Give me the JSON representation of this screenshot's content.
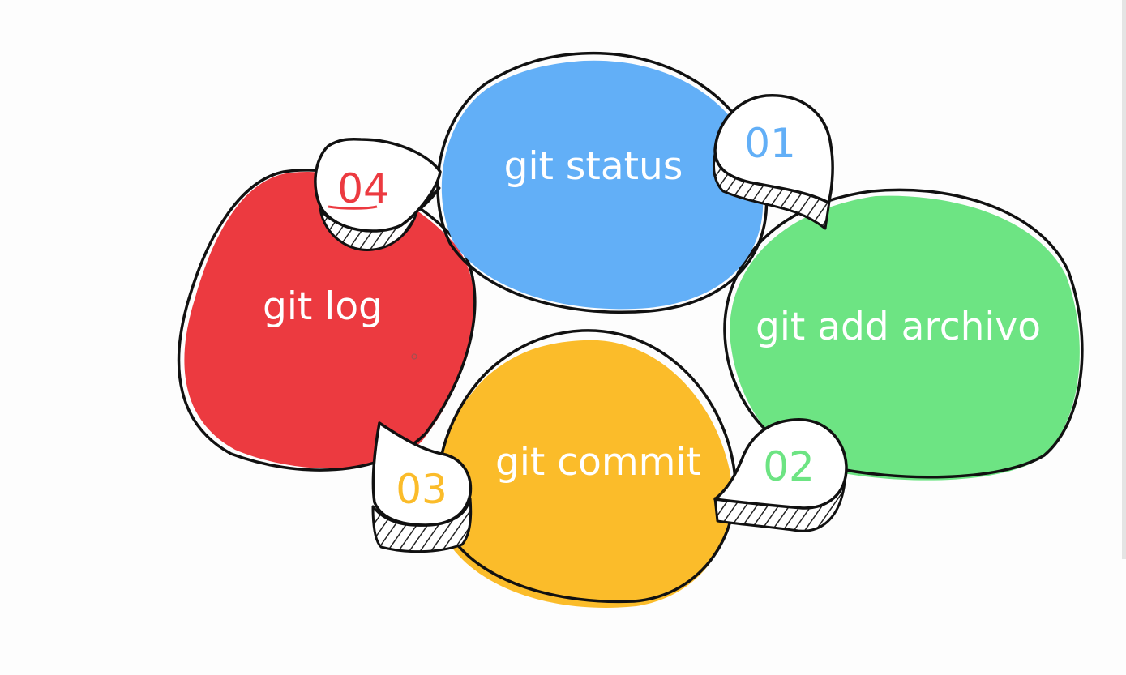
{
  "steps": [
    {
      "number": "01",
      "label": "git status",
      "color": "#62aff7"
    },
    {
      "number": "02",
      "label": "git add archivo",
      "color": "#6de483"
    },
    {
      "number": "03",
      "label": "git commit",
      "color": "#fbbc2a"
    },
    {
      "number": "04",
      "label": "git log",
      "color": "#ec3a40"
    }
  ]
}
